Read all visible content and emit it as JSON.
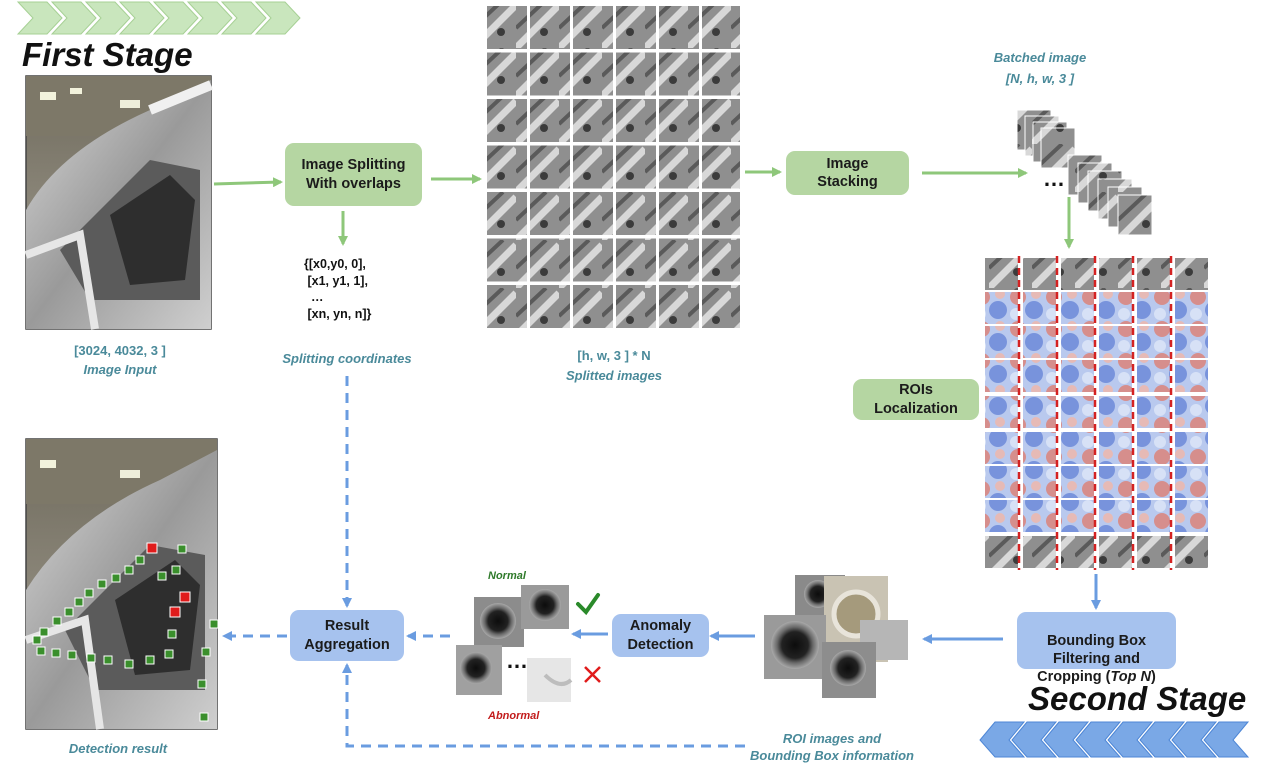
{
  "stages": {
    "first": "First Stage",
    "second": "Second Stage"
  },
  "boxes": {
    "splitting": "Image Splitting\nWith overlaps",
    "stacking": "Image\nStacking",
    "rois": "ROIs\nLocalization",
    "bbox_main": "Bounding Box\nFiltering and\nCropping (",
    "bbox_topn": "Top N",
    "bbox_end": ")",
    "anomaly": "Anomaly\nDetection",
    "aggregation": "Result\nAggregation"
  },
  "labels": {
    "input_dims": "[3024, 4032, 3 ]",
    "input_name": "Image Input",
    "split_dims": "[h, w, 3 ] * N",
    "split_name": "Splitted images",
    "batched_name": "Batched image",
    "batched_dims": "[N, h, w, 3 ]",
    "split_coords": "Splitting coordinates",
    "coords_text": "{[x0,y0, 0],\n [x1, y1, 1],\n  …\n [xn, yn, n]}",
    "roi_info": "ROI images and\nBounding Box information",
    "detection": "Detection result",
    "normal": "Normal",
    "abnormal": "Abnormal",
    "ellipsis": "…"
  },
  "colors": {
    "green_box": "#b5d6a2",
    "green_arrow": "#8ec77a",
    "blue_box": "#a6c2ee",
    "blue_arrow": "#6a9ce0",
    "teal_text": "#4a8a9a",
    "normal_text": "#2f7a2a",
    "abnormal_text": "#c21b1b",
    "dashed_red": "#d42222",
    "detect_green": "#3a8f2c",
    "detect_red": "#e01b1b"
  },
  "icons": [
    "checkmark-icon",
    "cross-icon",
    "chevron-banner"
  ]
}
